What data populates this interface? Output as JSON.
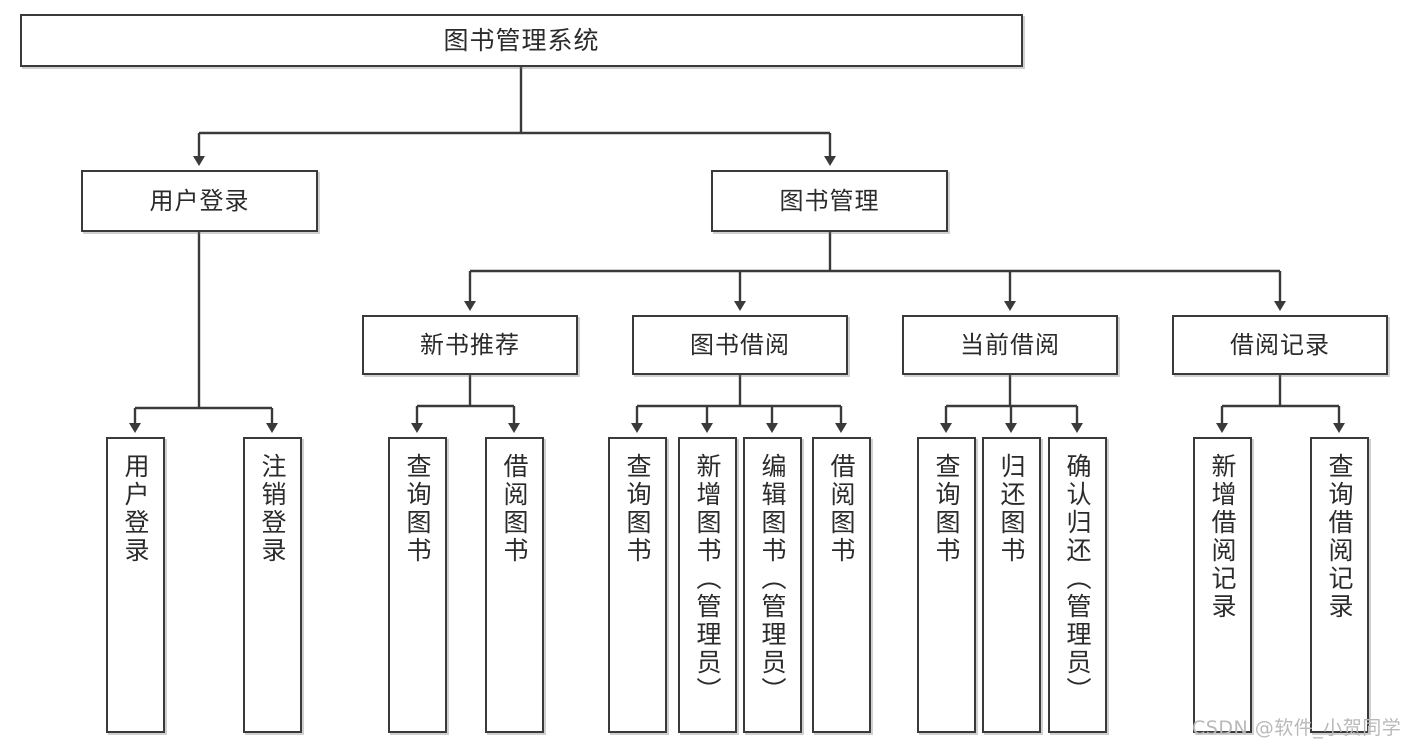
{
  "diagram": {
    "title": "图书管理系统",
    "type": "tree",
    "root": {
      "id": "root",
      "label": "图书管理系统"
    },
    "level2": [
      {
        "id": "user-login",
        "label": "用户登录"
      },
      {
        "id": "book-manage",
        "label": "图书管理"
      }
    ],
    "level3": [
      {
        "id": "new-book-rec",
        "label": "新书推荐",
        "parent": "book-manage"
      },
      {
        "id": "book-borrow",
        "label": "图书借阅",
        "parent": "book-manage"
      },
      {
        "id": "current-borrow",
        "label": "当前借阅",
        "parent": "book-manage"
      },
      {
        "id": "borrow-record",
        "label": "借阅记录",
        "parent": "book-manage"
      }
    ],
    "leaves": [
      {
        "id": "leaf-user-login",
        "label": "用户登录",
        "parent": "user-login"
      },
      {
        "id": "leaf-user-logout",
        "label": "注销登录",
        "parent": "user-login"
      },
      {
        "id": "leaf-rec-query-book",
        "label": "查询图书",
        "parent": "new-book-rec"
      },
      {
        "id": "leaf-rec-borrow-book",
        "label": "借阅图书",
        "parent": "new-book-rec"
      },
      {
        "id": "leaf-bb-query-book",
        "label": "查询图书",
        "parent": "book-borrow"
      },
      {
        "id": "leaf-bb-add-book",
        "label": "新增图书（管理员）",
        "parent": "book-borrow"
      },
      {
        "id": "leaf-bb-edit-book",
        "label": "编辑图书（管理员）",
        "parent": "book-borrow"
      },
      {
        "id": "leaf-bb-borrow-book",
        "label": "借阅图书",
        "parent": "book-borrow"
      },
      {
        "id": "leaf-cb-query-book",
        "label": "查询图书",
        "parent": "current-borrow"
      },
      {
        "id": "leaf-cb-return-book",
        "label": "归还图书",
        "parent": "current-borrow"
      },
      {
        "id": "leaf-cb-confirm-return",
        "label": "确认归还（管理员）",
        "parent": "current-borrow"
      },
      {
        "id": "leaf-br-add-record",
        "label": "新增借阅记录",
        "parent": "borrow-record"
      },
      {
        "id": "leaf-br-query-record",
        "label": "查询借阅记录",
        "parent": "borrow-record"
      }
    ],
    "colors": {
      "stroke": "#3a3a3a",
      "text": "#2b2b2b",
      "background": "#ffffff",
      "watermark": "#b9b9b9"
    }
  },
  "watermark": {
    "text": "CSDN @软件_小贺同学"
  }
}
